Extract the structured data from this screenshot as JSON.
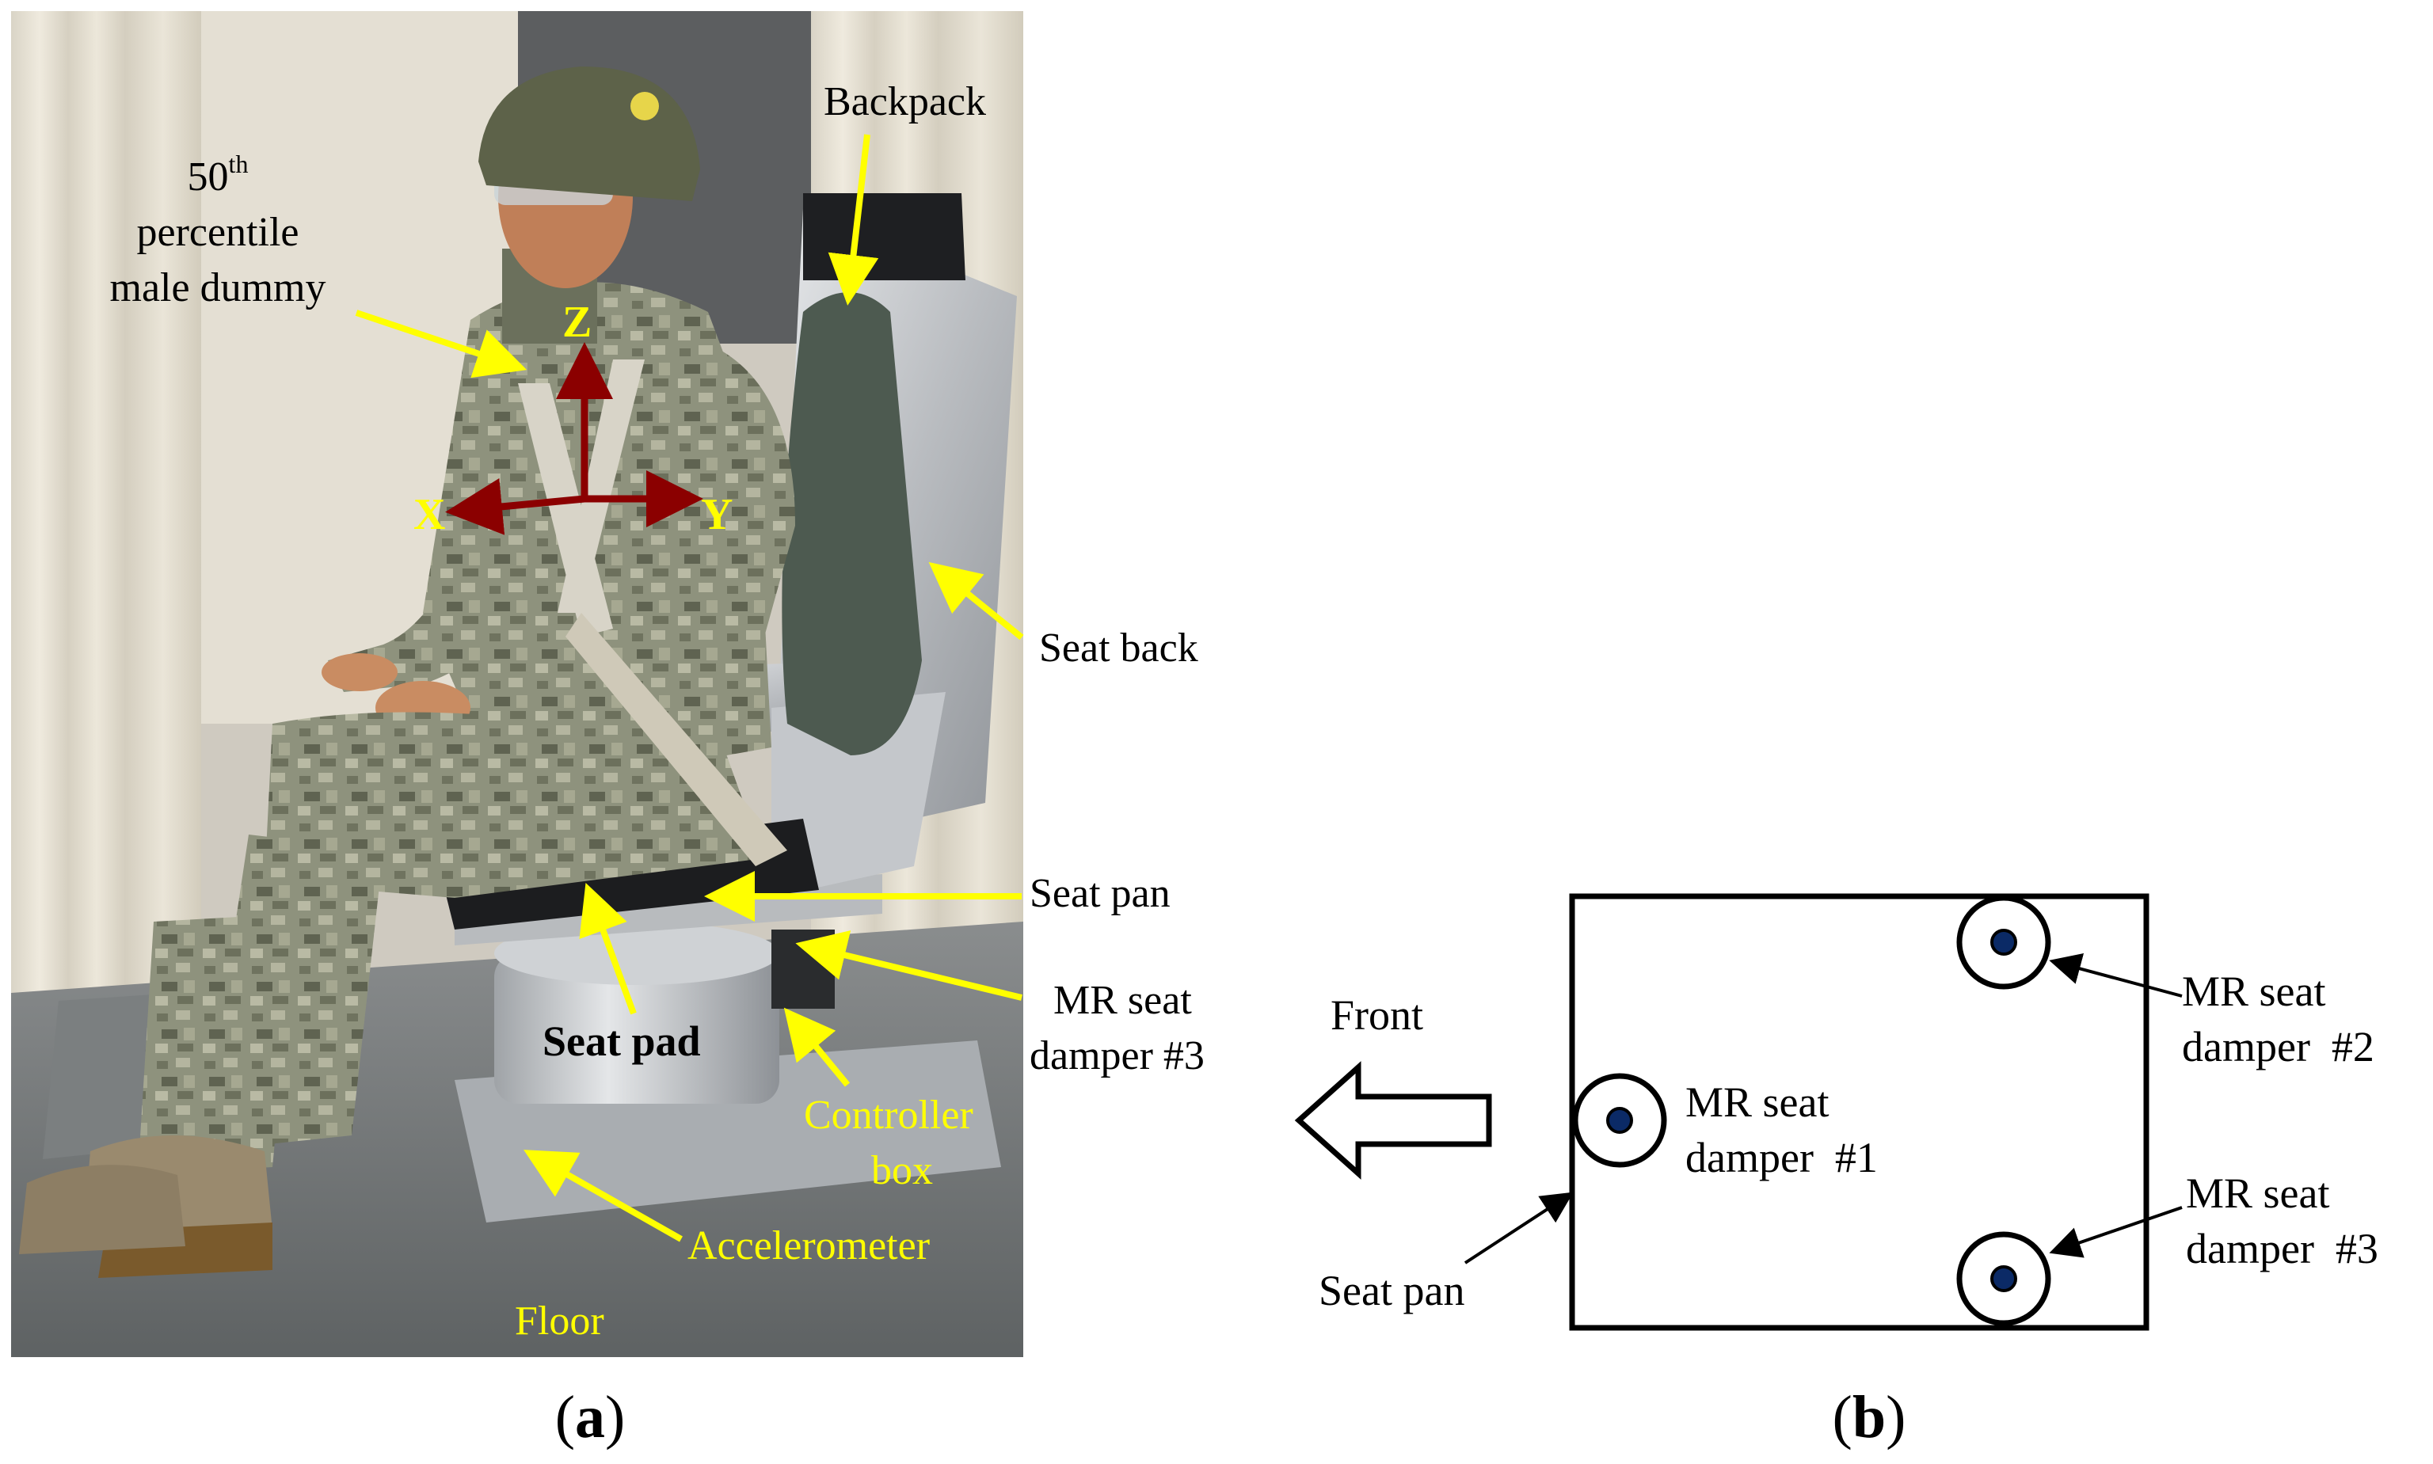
{
  "panel_a": {
    "label_open": "(",
    "label_letter": "a",
    "label_close": ")",
    "dummy_label": {
      "line1_num": "50",
      "line1_sup": "th",
      "line2": "percentile",
      "line3": "male dummy"
    },
    "backpack": "Backpack",
    "seat_back": "Seat back",
    "seat_pan": "Seat pan",
    "mr_damper_line1": "MR seat",
    "mr_damper_line2": "damper #3",
    "seat_pad": "Seat pad",
    "controller_line1": "Controller",
    "controller_line2": "box",
    "accelerometer": "Accelerometer",
    "floor": "Floor",
    "axes": {
      "z": "Z",
      "x": "X",
      "y": "Y"
    },
    "colors": {
      "callout": "#ffff00",
      "axis": "#8b0000",
      "text": "#000000"
    }
  },
  "panel_b": {
    "label_open": "(",
    "label_letter": "b",
    "label_close": ")",
    "front": "Front",
    "seat_pan": "Seat pan",
    "damper1": {
      "line1": "MR seat",
      "line2": "damper  #1"
    },
    "damper2": {
      "line1": "MR seat",
      "line2": "damper  #2"
    },
    "damper3": {
      "line1": "MR seat",
      "line2": "damper  #3"
    },
    "colors": {
      "damper_core": "#0b2a66",
      "outline": "#000000"
    }
  }
}
